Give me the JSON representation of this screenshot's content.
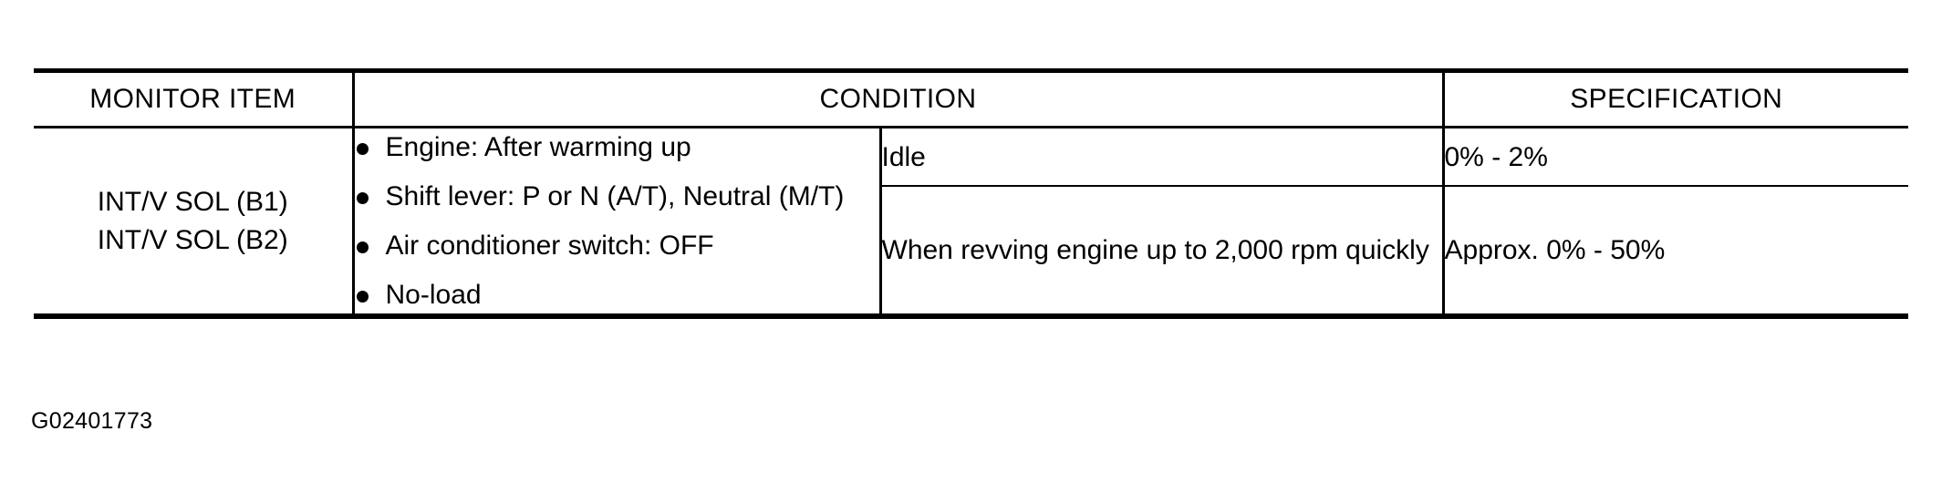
{
  "table": {
    "headers": {
      "monitor_item": "MONITOR ITEM",
      "condition": "CONDITION",
      "specification": "SPECIFICATION"
    },
    "monitor_item": {
      "line1": "INT/V SOL (B1)",
      "line2": "INT/V SOL (B2)"
    },
    "conditions": [
      "Engine: After warming up",
      "Shift lever: P or N (A/T), Neutral (M/T)",
      "Air conditioner switch: OFF",
      "No-load"
    ],
    "rows": [
      {
        "detail": "Idle",
        "specification": "0% - 2%"
      },
      {
        "detail": "When revving engine up to 2,000 rpm quickly",
        "specification": "Approx. 0% - 50%"
      }
    ]
  },
  "figure_id": "G02401773",
  "colors": {
    "rule": "#000000",
    "text": "#000000",
    "background": "#ffffff"
  }
}
